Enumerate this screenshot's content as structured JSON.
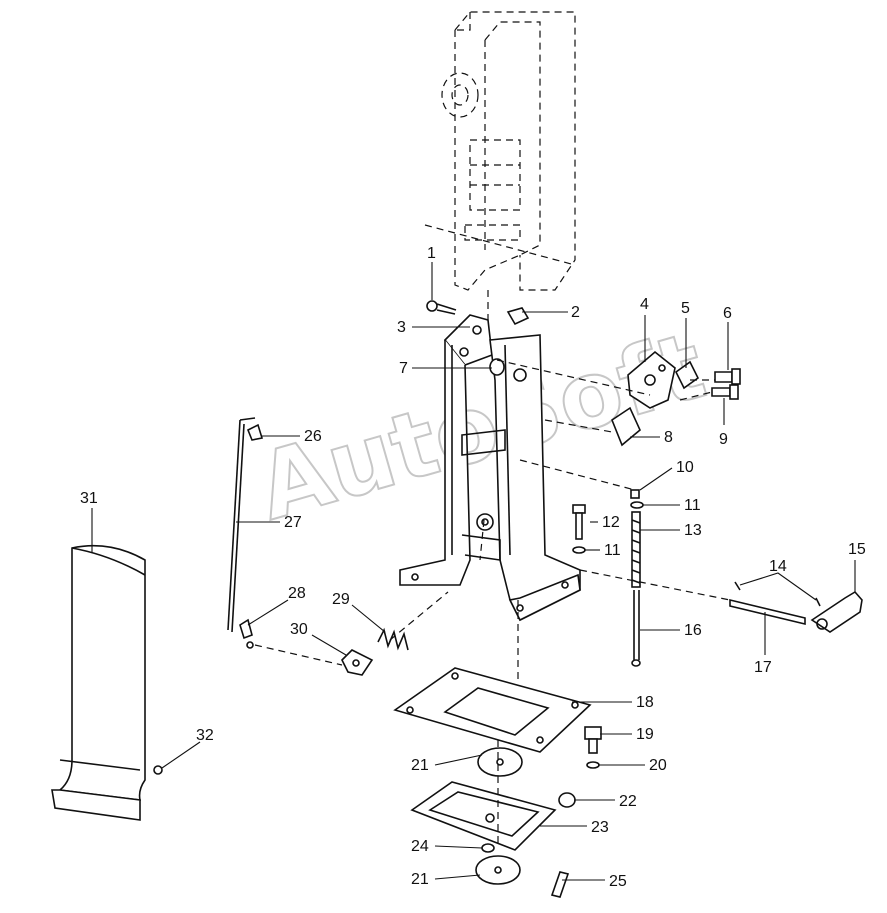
{
  "watermark": "AutoSoft",
  "callouts": [
    "1",
    "2",
    "3",
    "4",
    "5",
    "6",
    "7",
    "8",
    "9",
    "10",
    "11",
    "11",
    "12",
    "13",
    "14",
    "15",
    "16",
    "17",
    "18",
    "19",
    "20",
    "21",
    "21",
    "22",
    "23",
    "24",
    "25",
    "26",
    "27",
    "28",
    "29",
    "30",
    "31",
    "32"
  ]
}
